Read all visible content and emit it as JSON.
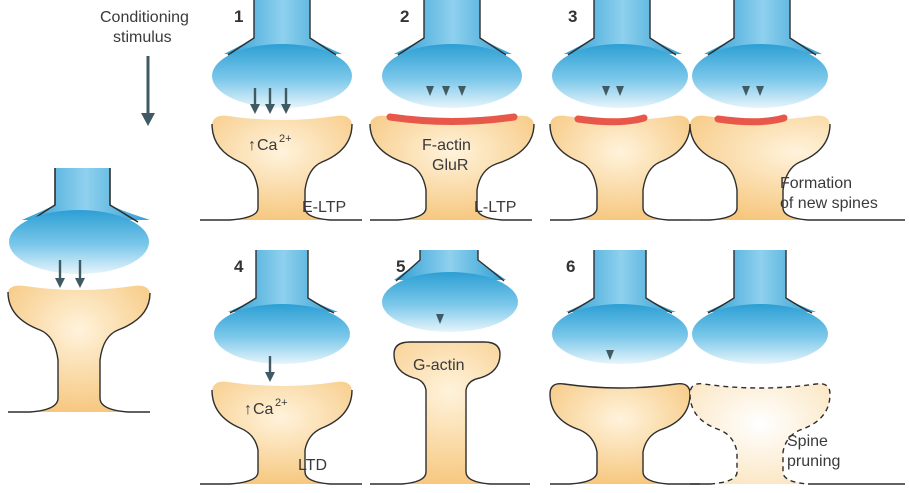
{
  "header": {
    "conditioning_line1": "Conditioning",
    "conditioning_line2": "stimulus"
  },
  "panels": [
    {
      "number": "1",
      "label": "E-LTP",
      "inner": "Ca",
      "sup": "2+"
    },
    {
      "number": "2",
      "label": "L-LTP",
      "inner1": "F-actin",
      "inner2": "GluR"
    },
    {
      "number": "3",
      "label1": "Formation",
      "label2": "of new spines"
    },
    {
      "number": "4",
      "label": "LTD",
      "inner": "Ca",
      "sup": "2+"
    },
    {
      "number": "5",
      "inner": "G-actin"
    },
    {
      "number": "6",
      "label1": "Spine",
      "label2": "pruning"
    }
  ],
  "colors": {
    "presynaptic_top": "#3aa8d8",
    "presynaptic_bottom": "#d9eef8",
    "spine_fill": "#f7cd88",
    "spine_light": "#fdf0d8",
    "actin": "#e8584a",
    "arrow": "#3f5a63",
    "line": "#2e2e2e"
  }
}
